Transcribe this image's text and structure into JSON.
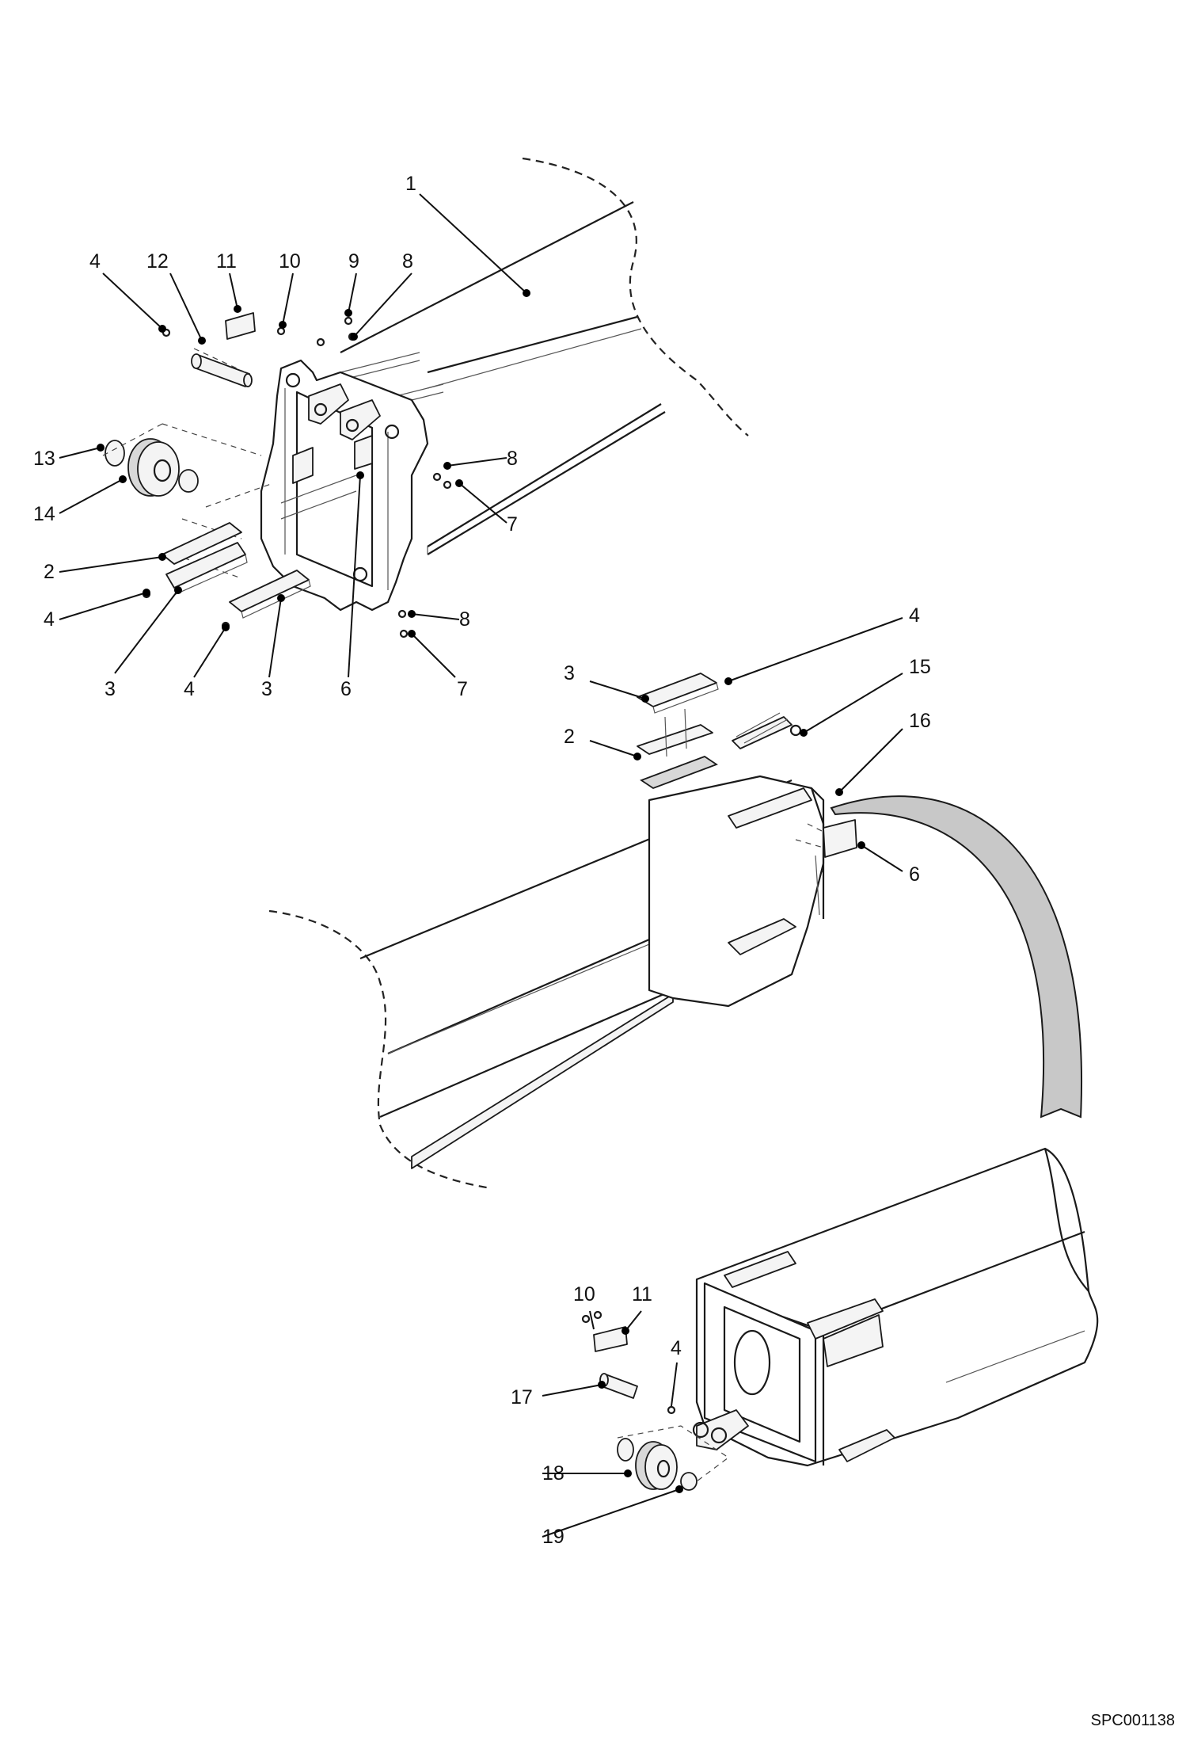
{
  "reference_code": "SPC001138",
  "callouts": {
    "c1": "1",
    "c12": "12",
    "c11a": "11",
    "c10a": "10",
    "c9": "9",
    "c8a": "8",
    "c4a": "4",
    "c13": "13",
    "c14": "14",
    "c8b": "8",
    "c7a": "7",
    "c2a": "2",
    "c4b": "4",
    "c8c": "8",
    "c3a": "3",
    "c4c": "4",
    "c3b": "3",
    "c6a": "6",
    "c7b": "7",
    "c4d": "4",
    "c3c": "3",
    "c15": "15",
    "c2b": "2",
    "c16": "16",
    "c6b": "6",
    "c10b": "10",
    "c11b": "11",
    "c4e": "4",
    "c17": "17",
    "c18": "18",
    "c19": "19"
  }
}
